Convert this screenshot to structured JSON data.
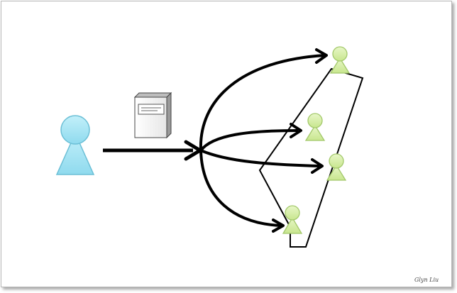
{
  "diagram": {
    "signature": "Glyn Liu",
    "colors": {
      "sender_fill": "#a6e6f4",
      "sender_stroke": "#6bbfd6",
      "receiver_fill": "#d8efaa",
      "receiver_stroke": "#a2c86a",
      "arrow": "#000000",
      "outline": "#000000"
    },
    "nodes": [
      {
        "id": "sender",
        "kind": "person",
        "role": "source"
      },
      {
        "id": "document",
        "kind": "server-document"
      },
      {
        "id": "receiver-1",
        "kind": "person",
        "role": "target"
      },
      {
        "id": "receiver-2",
        "kind": "person",
        "role": "target"
      },
      {
        "id": "receiver-3",
        "kind": "person",
        "role": "target"
      },
      {
        "id": "receiver-4",
        "kind": "person",
        "role": "target"
      }
    ],
    "edges": [
      {
        "from": "sender",
        "to": "branch-point"
      },
      {
        "from": "branch-point",
        "to": "receiver-1"
      },
      {
        "from": "branch-point",
        "to": "receiver-2"
      },
      {
        "from": "branch-point",
        "to": "receiver-3"
      },
      {
        "from": "branch-point",
        "to": "receiver-4"
      }
    ]
  }
}
